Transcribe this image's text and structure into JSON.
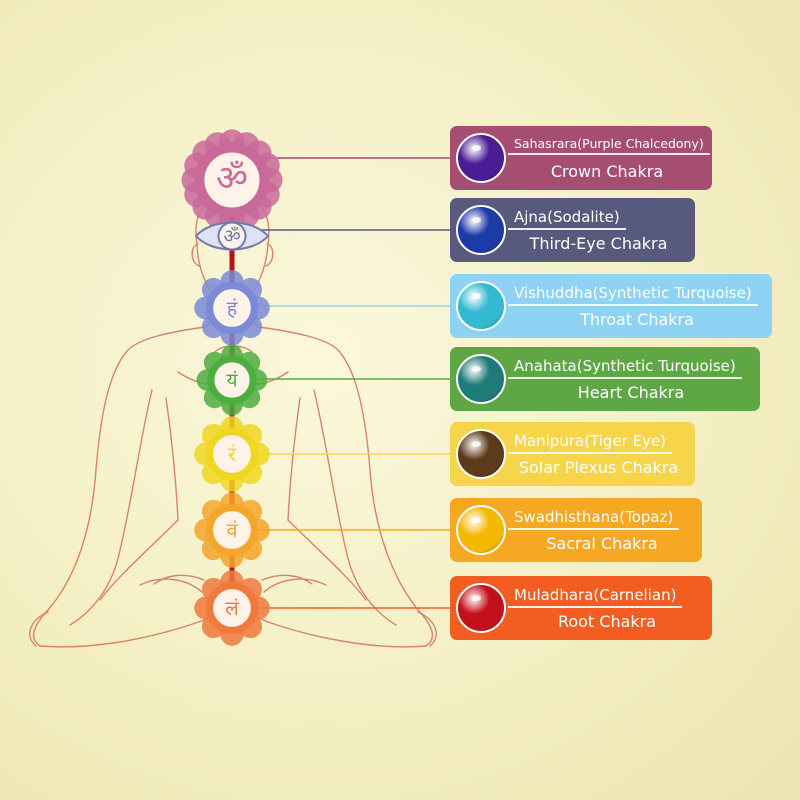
{
  "colors": {
    "background": "#f4efc4",
    "outline": "#d9836a",
    "spine": "#b5121b"
  },
  "chakras": [
    {
      "stone_label": "Sahasrara(Purple Chalcedony)",
      "chakra_label": "Crown Chakra",
      "card_color": "#a54e72",
      "symbol_color": "#c96a9a",
      "stone_color": "#4a1d95",
      "symbol_icon": "om-icon"
    },
    {
      "stone_label": "Ajna(Sodalite)",
      "chakra_label": "Third-Eye Chakra",
      "card_color": "#575a7c",
      "symbol_color": "#6f7cab",
      "stone_color": "#1c3aa8",
      "symbol_icon": "ham-ksham-icon"
    },
    {
      "stone_label": "Vishuddha(Synthetic Turquoise)",
      "chakra_label": "Throat Chakra",
      "card_color": "#8fd3f4",
      "symbol_color": "#7b8ad6",
      "stone_color": "#33b9d2",
      "symbol_icon": "ham-icon"
    },
    {
      "stone_label": "Anahata(Synthetic Turquoise)",
      "chakra_label": "Heart Chakra",
      "card_color": "#5fa745",
      "symbol_color": "#4cae3f",
      "stone_color": "#1f7b78",
      "symbol_icon": "yam-icon"
    },
    {
      "stone_label": "Manipura(Tiger Eye)",
      "chakra_label": "Solar Plexus Chakra",
      "card_color": "#f6d54a",
      "symbol_color": "#f0d620",
      "stone_color": "#5e3a1c",
      "symbol_icon": "ram-icon"
    },
    {
      "stone_label": "Swadhisthana(Topaz)",
      "chakra_label": "Sacral Chakra",
      "card_color": "#f7a823",
      "symbol_color": "#f4a52c",
      "stone_color": "#f4b800",
      "symbol_icon": "vam-icon"
    },
    {
      "stone_label": "Muladhara(Carnelian)",
      "chakra_label": "Root Chakra",
      "card_color": "#f45d22",
      "symbol_color": "#ee7a3e",
      "stone_color": "#c4101c",
      "symbol_icon": "lam-icon"
    }
  ]
}
